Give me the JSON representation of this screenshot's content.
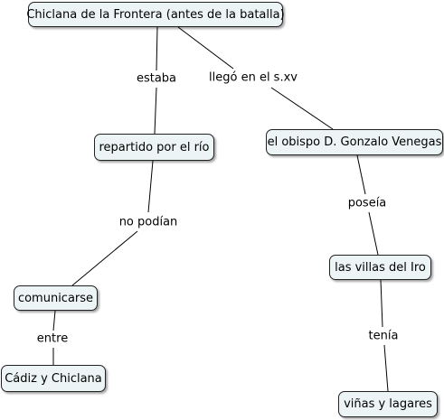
{
  "concepts": {
    "chiclana": "Chiclana de la Frontera (antes de la batalla)",
    "repartido": "repartido por el río",
    "obispo": "el obispo D. Gonzalo Venegas",
    "comunicarse": "comunicarse",
    "villas": "las villas del Iro",
    "cadiz": "Cádiz y Chiclana",
    "vinas": "viñas y lagares"
  },
  "links": {
    "estaba": "estaba",
    "llego": "llegó en el s.xv",
    "no_podian": "no podían",
    "poseia": "poseía",
    "entre": "entre",
    "tenia": "tenía"
  },
  "colors": {
    "node_fill": "#edf4f5",
    "node_border": "#222222",
    "line": "#000000"
  }
}
